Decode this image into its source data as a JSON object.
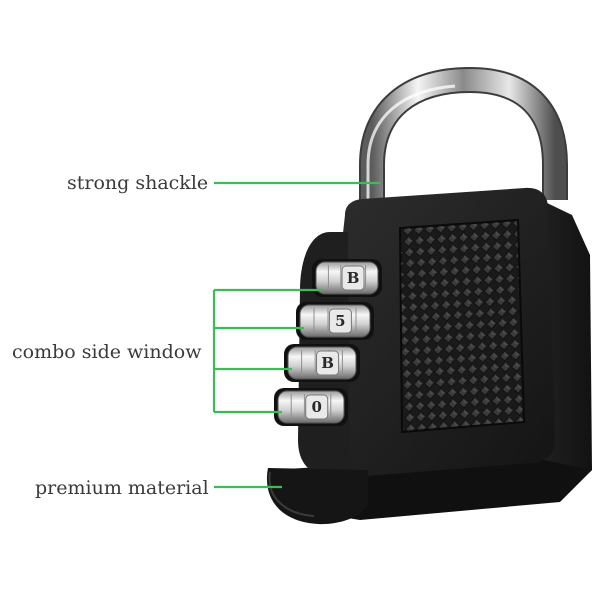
{
  "callouts": [
    {
      "id": "shackle",
      "text": "strong shackle"
    },
    {
      "id": "combo",
      "text": "combo side window"
    },
    {
      "id": "material",
      "text": "premium material"
    }
  ],
  "dials": [
    "B",
    "5",
    "B",
    "0"
  ],
  "colors": {
    "callout_line": "#3dbb57",
    "label_text": "#3a3a3a",
    "body_dark": "#1c1c1c",
    "body_mid": "#2b2b2b",
    "chrome_light": "#f2f2f2",
    "chrome_dark": "#6e6e6e"
  }
}
